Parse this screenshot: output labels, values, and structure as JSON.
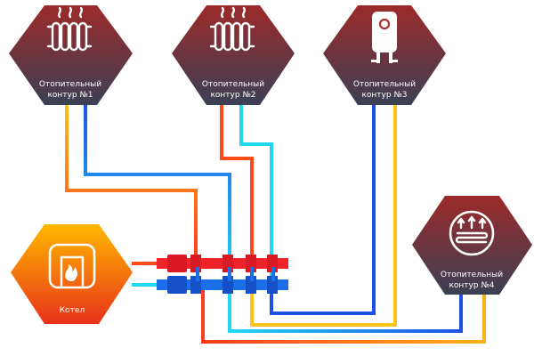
{
  "nodes": {
    "circuit1": {
      "line1": "Отопительный",
      "line2": "контур  №1",
      "icon": "radiator-icon"
    },
    "circuit2": {
      "line1": "Отопительный",
      "line2": "контур  №2",
      "icon": "radiator-icon"
    },
    "circuit3": {
      "line1": "Отопительный",
      "line2": "контур  №3",
      "icon": "water-heater-icon"
    },
    "circuit4": {
      "line1": "Отопительный",
      "line2": "контур  №4",
      "icon": "underfloor-heating-icon"
    },
    "boiler": {
      "label": "Котел",
      "icon": "boiler-flame-icon"
    }
  },
  "colors": {
    "node_top": "#9c2a2a",
    "node_bottom": "#3b4054",
    "boiler_top": "#ffb800",
    "boiler_bottom": "#e8321a",
    "pipe_hot": "#ff4a1a",
    "pipe_warm": "#ffc21a",
    "pipe_cold": "#1e50e8",
    "pipe_cool": "#22d6f0",
    "manifold_hot": "#f0232a",
    "manifold_cold": "#1a6fe8"
  }
}
